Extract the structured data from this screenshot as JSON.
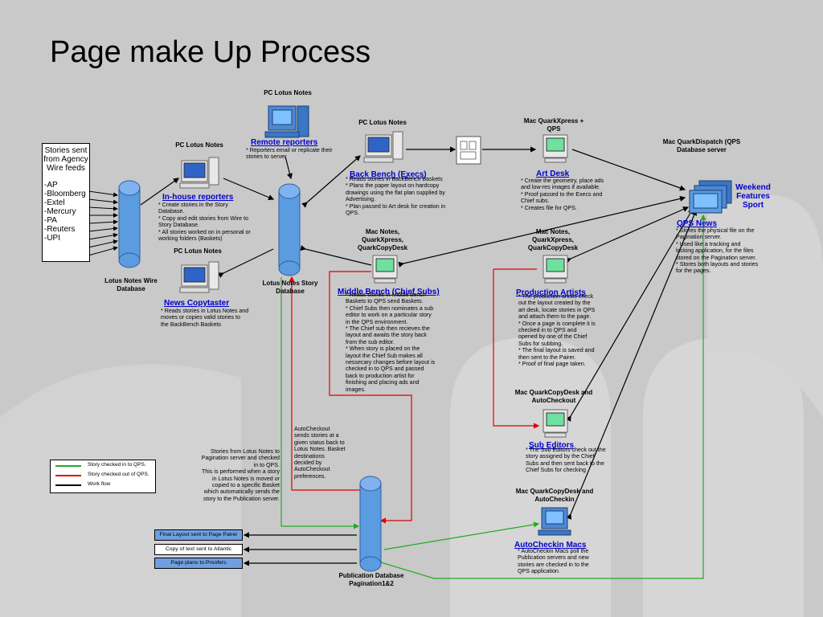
{
  "title": "Page make Up Process",
  "agency_box": {
    "heading": "Stories sent from Agency Wire feeds",
    "feeds": [
      "-AP",
      "-Bloomberg",
      "-Extel",
      "-Mercury",
      "-PA",
      "-Reuters",
      "-UPI"
    ]
  },
  "databases": {
    "wire": "Lotus Notes Wire Database",
    "story": "Lotus Notes Story Database",
    "publication": "Publication Database Pagination1&2"
  },
  "nodes": {
    "remote_reporters": {
      "machine": "PC Lotus Notes",
      "role": "Remote reporters",
      "desc": "* Reporters email or replicate their stories to server"
    },
    "inhouse_reporters": {
      "machine": "PC Lotus Notes",
      "role": "In-house reporters",
      "desc": "* Create stories in the Story Database.\n* Copy and edit stories from Wire to Story Database.\n* All stories worked on in personal or working folders (Baskets)"
    },
    "news_copytaster": {
      "machine": "PC Lotus Notes",
      "role": "News Copytaster",
      "desc": "* Reads stories in Lotus Notes and moves or copies valid stories to the BackBench Baskets"
    },
    "back_bench": {
      "machine": "PC Lotus Notes",
      "role": "Back Bench (Execs)",
      "desc": "* Reads stories in BackBench Baskets\n* Plans the paper layout on hardcopy drawings using the flat plan supplied by Advertising.\n* Plan passed to Art desk for creation in QPS."
    },
    "art_desk": {
      "machine": "Mac QuarkXpress + QPS",
      "role": "Art Desk",
      "desc": "* Create the geometry, place ads and low-res images if available.\n* Proof passed to the Execs and Chief subs.\n* Creates file for QPS."
    },
    "qps_news": {
      "machine": "Mac QuarkDispatch (QPS Database server",
      "role": "QPS News",
      "extra": "Weekend Features Sport",
      "desc": "* Stores the physical file on the Pagination server.\n* Used like a tracking and locking application, for the files stored on the Pagination server.\n* Stores both layouts and stories for the pages."
    },
    "middle_bench": {
      "machine": "Mac Notes, QuarkXpress, QuarkCopyDesk",
      "role": "Middle Bench (Chief Subs)",
      "desc": "* Reads stories in Middle bench Baskets to QPS send Baskets.\n* Chief Subs then nominates a sub editor to work on a particular story in the QPS environment.\n* The Chief sub then recieves the layout and awaits the story back from the sub editor.\n* When story is placed on the layout the Chief Sub makes all nessecary changes before layout is checked in to QPS and passed back to production artist for finishing and placing ads and images."
    },
    "production_artists": {
      "machine": "Mac Notes, QuarkXpress, QuarkCopyDesk",
      "role": "Production Artists",
      "desc": "* The production artists check out the layout created by the art desk, locate stories in QPS and attach them to the page.\n* Once a page is complete it is checked in to QPS and opened by one of the Chief Subs for subbing.\n* The final layout is saved and then sent to the Pairer.\n* Proof of final page taken."
    },
    "sub_editors": {
      "machine": "Mac QuarkCopyDesk and AutoCheckout",
      "role": "Sub Editors",
      "desc": "* The Sub Editors check out the story assigned by the Chief Subs and then sent back to the Chief Subs for checking"
    },
    "autocheckin_macs": {
      "machine": "Mac QuarkCopyDesk and AutoCheckin",
      "role": "AutoCheckin Macs",
      "desc": "* AutoCheckin Macs poll the Publication servers and new stories are checked in to the QPS application."
    }
  },
  "notes": {
    "autocheckout": "AutoCheckout sends stories at a given status back to Lotus Notes. Basket destinations decided by AutoCheckout preferences.",
    "pagination": "Stories from Lotus Notes to Pagination server and checked in to QPS.\nThis is performed when a story in Lotus Notes is moved or copied to a specific Basket which automatically sends the story to the Publication server."
  },
  "legend": [
    {
      "label": "Story checked in to QPS.",
      "color": "#22aa22"
    },
    {
      "label": "Story checked out of QPS.",
      "color": "#e00000"
    },
    {
      "label": "Work flow",
      "color": "#000000"
    }
  ],
  "outputs": [
    {
      "label": "Final Layout sent to Page Pairer",
      "fill": "#6f9fe0"
    },
    {
      "label": "Copy of text sent to Atlantic",
      "fill": "#ffffff"
    },
    {
      "label": "Page plans to Proofers",
      "fill": "#6f9fe0"
    }
  ],
  "colors": {
    "background": "#c9c9c9",
    "cylinder": "#5b9be0",
    "role_text": "#0000cc",
    "checkin": "#22aa22",
    "checkout": "#e00000",
    "workflow": "#000000"
  }
}
